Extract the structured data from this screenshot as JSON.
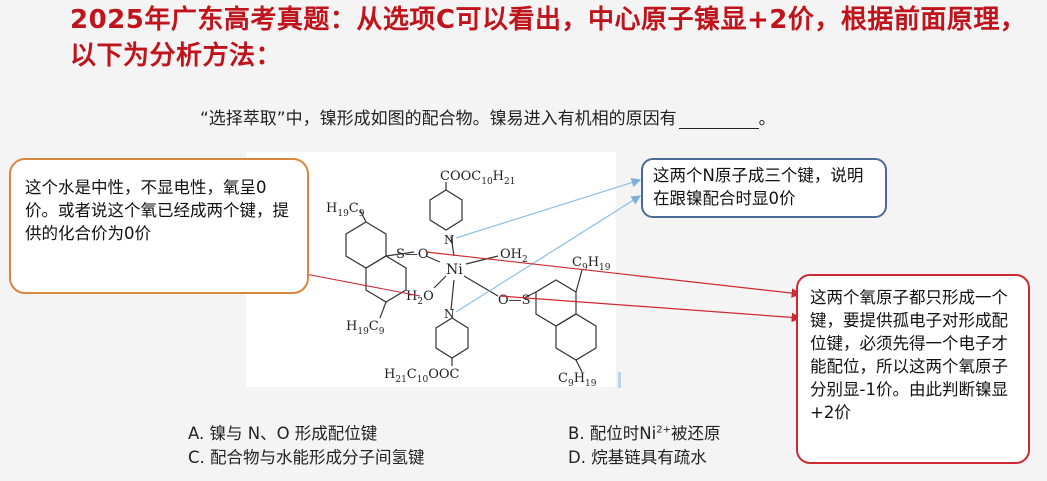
{
  "title": "2025年广东高考真题：从选项C可以看出，中心原子镍显+2价，根据前面原理，以下为分析方法：",
  "question": {
    "text": "“选择萃取”中，镍形成如图的配合物。镍易进入有机相的原因有",
    "end": "。"
  },
  "callouts": {
    "water": "这个水是中性，不显电性，氧呈0价。或者说这个氧已经成两个键，提供的化合价为0价",
    "nitrogen": "这两个N原子成三个键，说明在跟镍配合时显0价",
    "oxygen": "这两个氧原子都只形成一个键，要提供孤电子对形成配位键，必须先得一个电子才能配位，所以这两个氧原子分别显-1价。由此判断镍显+2价"
  },
  "options": {
    "A": "A. 镍与 N、O 形成配位键",
    "B_prefix": "B. 配位时Ni",
    "B_sup": "2+",
    "B_suffix": "被还原",
    "C": "C. 配合物与水能形成分子间氢键",
    "D": "D. 烷基链具有疏水"
  },
  "structure": {
    "center": "Ni",
    "top_group": "COOC",
    "top_sub1": "10",
    "top_h": "H",
    "top_sub2": "21",
    "bottom_group_a": "H",
    "bottom_sub_a": "21",
    "bottom_c": "C",
    "bottom_sub_b": "10",
    "bottom_group_b": "OOC",
    "h19c9_h": "H",
    "h19c9_sub1": "19",
    "h19c9_c": "C",
    "h19c9_sub2": "9",
    "c9h19_c": "C",
    "c9h19_sub1": "9",
    "c9h19_h": "H",
    "c9h19_sub2": "19",
    "oh2": "OH",
    "oh2_sub": "2",
    "h2o_h": "H",
    "h2o_sub": "2",
    "h2o_o": "O",
    "atom_N": "N",
    "atom_O": "O",
    "atom_S": "S",
    "bond_so_left": "S—O",
    "bond_os_right": "O—S"
  },
  "colors": {
    "title": "#c0141c",
    "water_box": "#d9863f",
    "n_box": "#4a6b96",
    "o_box": "#cc2a30"
  }
}
